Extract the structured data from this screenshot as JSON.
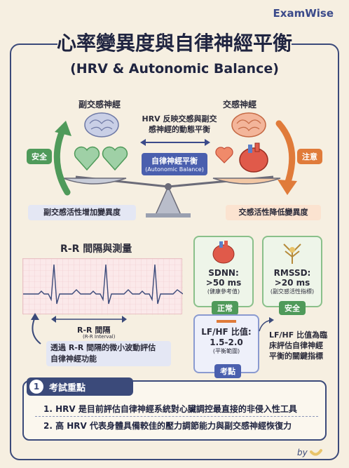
{
  "brand": "ExamWise",
  "title": "心率變異度與自律神經平衡",
  "subtitle": "(HRV & Autonomic Balance)",
  "balance": {
    "left_label": "副交感神經",
    "right_label": "交感神經",
    "center_text": "HRV 反映交感與副交\n感神經的動態平衡",
    "center_badge": "自律神經平衡",
    "center_badge_sub": "(Autonomic Balance)",
    "left_tag": "安全",
    "right_tag": "注意",
    "left_note": "副交感活性增加變異度",
    "right_note": "交感活性降低變異度"
  },
  "rr": {
    "heading": "R-R 間隔與測量",
    "interval_label": "R-R 間隔",
    "interval_sub": "(R-R Interval)",
    "note": "透過 R-R 間隔的微小波動評估\n自律神經功能"
  },
  "metrics": {
    "sdnn": {
      "name": "SDNN:",
      "value": ">50 ms",
      "desc": "(健康參考值)",
      "tag": "正常"
    },
    "rmssd": {
      "name": "RMSSD:",
      "value": ">20 ms",
      "desc": "(副交感活性指標)",
      "tag": "安全"
    },
    "lfhf": {
      "name": "LF/HF 比值:",
      "value": "1.5-2.0",
      "desc": "(平衡範圍)",
      "tag": "考點"
    },
    "lfhf_note": "LF/HF 比值為臨\n床評估自律神經\n平衡的關鍵指標"
  },
  "exam": {
    "number": "1",
    "heading": "考試重點",
    "points": [
      "1. HRV 是目前評估自律神經系統對心臟調控最直接的非侵入性工具",
      "2. 高 HRV 代表身體具備較佳的壓力調節能力與副交感神經恢復力"
    ]
  },
  "footer": "by",
  "colors": {
    "navy": "#3b4a7a",
    "green": "#4f9a5a",
    "orange": "#e07b3a",
    "blue_badge": "#4a5fae"
  }
}
